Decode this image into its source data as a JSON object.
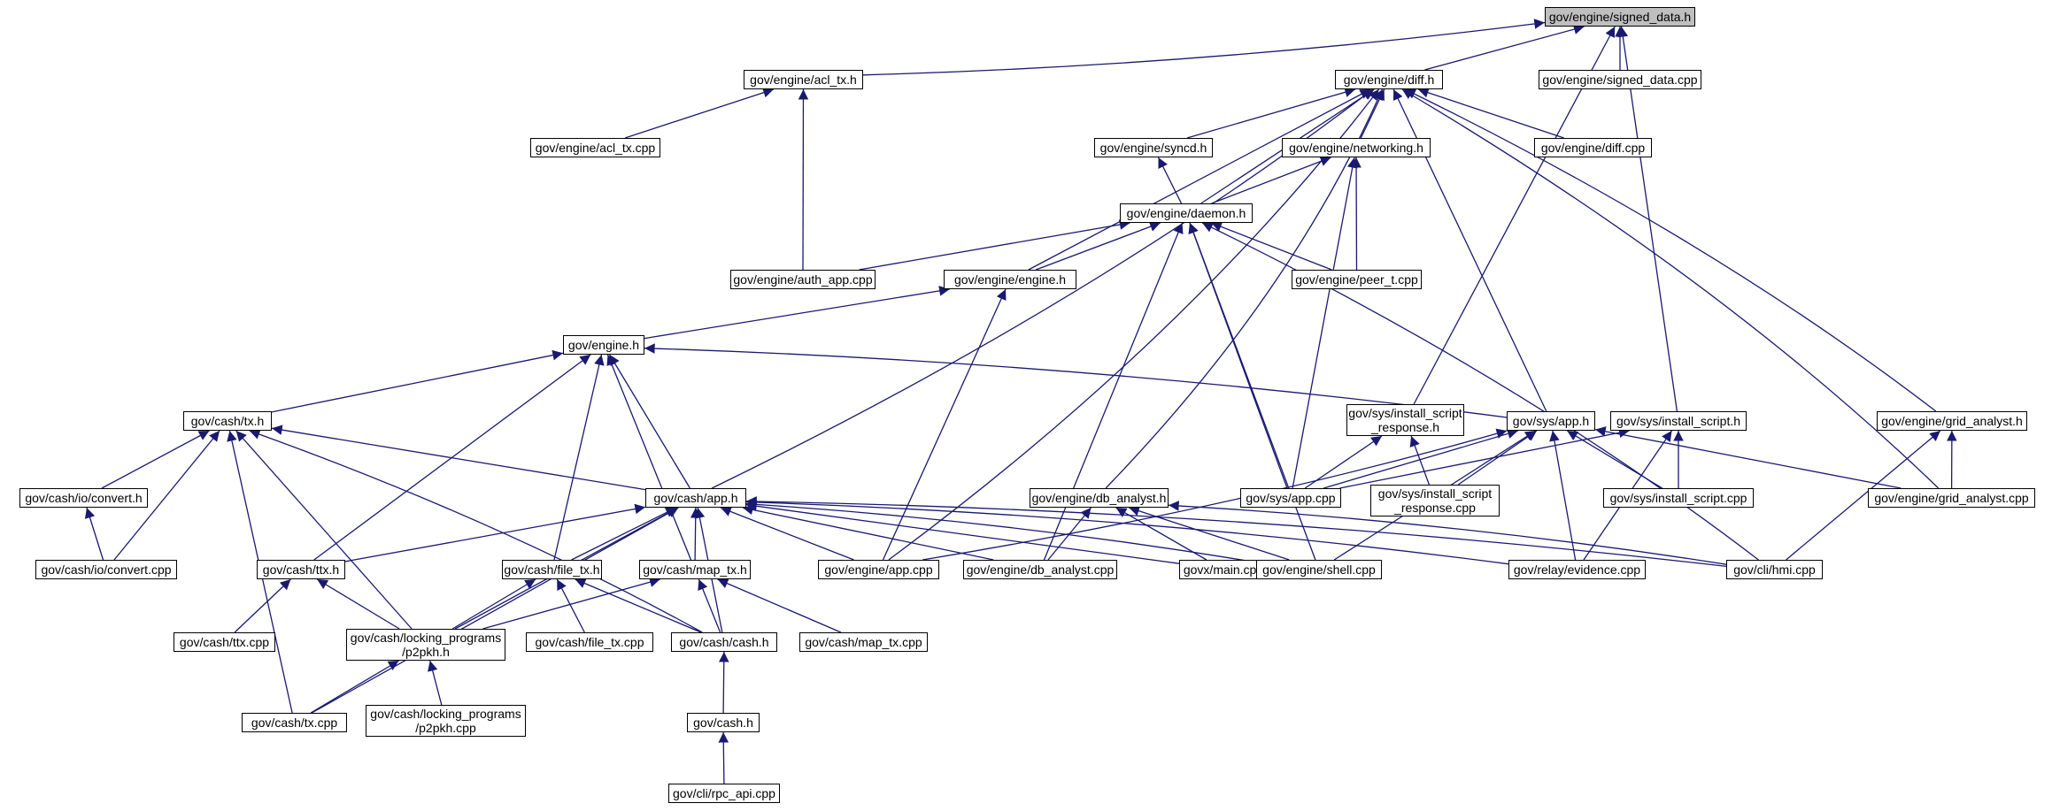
{
  "graph": {
    "root": "signed_data_h",
    "nodes": [
      {
        "id": "signed_data_h",
        "lines": [
          "gov/engine/signed_data.h"
        ]
      },
      {
        "id": "acl_tx_h",
        "lines": [
          "gov/engine/acl_tx.h"
        ]
      },
      {
        "id": "diff_h",
        "lines": [
          "gov/engine/diff.h"
        ]
      },
      {
        "id": "signed_data_cpp",
        "lines": [
          "gov/engine/signed_data.cpp"
        ]
      },
      {
        "id": "acl_tx_cpp",
        "lines": [
          "gov/engine/acl_tx.cpp"
        ]
      },
      {
        "id": "syncd_h",
        "lines": [
          "gov/engine/syncd.h"
        ]
      },
      {
        "id": "networking_h",
        "lines": [
          "gov/engine/networking.h"
        ]
      },
      {
        "id": "diff_cpp",
        "lines": [
          "gov/engine/diff.cpp"
        ]
      },
      {
        "id": "daemon_h",
        "lines": [
          "gov/engine/daemon.h"
        ]
      },
      {
        "id": "auth_app_cpp",
        "lines": [
          "gov/engine/auth_app.cpp"
        ]
      },
      {
        "id": "engine_engine_h",
        "lines": [
          "gov/engine/engine.h"
        ]
      },
      {
        "id": "peer_t_cpp",
        "lines": [
          "gov/engine/peer_t.cpp"
        ]
      },
      {
        "id": "engine_h",
        "lines": [
          "gov/engine.h"
        ]
      },
      {
        "id": "cash_tx_h",
        "lines": [
          "gov/cash/tx.h"
        ]
      },
      {
        "id": "install_script_response_h",
        "lines": [
          "gov/sys/install_script",
          "_response.h"
        ]
      },
      {
        "id": "sys_app_h",
        "lines": [
          "gov/sys/app.h"
        ]
      },
      {
        "id": "install_script_h",
        "lines": [
          "gov/sys/install_script.h"
        ]
      },
      {
        "id": "grid_analyst_h",
        "lines": [
          "gov/engine/grid_analyst.h"
        ]
      },
      {
        "id": "io_convert_h",
        "lines": [
          "gov/cash/io/convert.h"
        ]
      },
      {
        "id": "cash_app_h",
        "lines": [
          "gov/cash/app.h"
        ]
      },
      {
        "id": "db_analyst_h",
        "lines": [
          "gov/engine/db_analyst.h"
        ]
      },
      {
        "id": "sys_app_cpp",
        "lines": [
          "gov/sys/app.cpp"
        ]
      },
      {
        "id": "install_script_response_cpp",
        "lines": [
          "gov/sys/install_script",
          "_response.cpp"
        ]
      },
      {
        "id": "install_script_cpp",
        "lines": [
          "gov/sys/install_script.cpp"
        ]
      },
      {
        "id": "grid_analyst_cpp",
        "lines": [
          "gov/engine/grid_analyst.cpp"
        ]
      },
      {
        "id": "io_convert_cpp",
        "lines": [
          "gov/cash/io/convert.cpp"
        ]
      },
      {
        "id": "ttx_h",
        "lines": [
          "gov/cash/ttx.h"
        ]
      },
      {
        "id": "file_tx_h",
        "lines": [
          "gov/cash/file_tx.h"
        ]
      },
      {
        "id": "map_tx_h",
        "lines": [
          "gov/cash/map_tx.h"
        ]
      },
      {
        "id": "engine_app_cpp",
        "lines": [
          "gov/engine/app.cpp"
        ]
      },
      {
        "id": "db_analyst_cpp",
        "lines": [
          "gov/engine/db_analyst.cpp"
        ]
      },
      {
        "id": "govx_main_cpp",
        "lines": [
          "govx/main.cpp"
        ]
      },
      {
        "id": "shell_cpp",
        "lines": [
          "gov/engine/shell.cpp"
        ]
      },
      {
        "id": "evidence_cpp",
        "lines": [
          "gov/relay/evidence.cpp"
        ]
      },
      {
        "id": "hmi_cpp",
        "lines": [
          "gov/cli/hmi.cpp"
        ]
      },
      {
        "id": "ttx_cpp",
        "lines": [
          "gov/cash/ttx.cpp"
        ]
      },
      {
        "id": "p2pkh_h",
        "lines": [
          "gov/cash/locking_programs",
          "/p2pkh.h"
        ]
      },
      {
        "id": "file_tx_cpp",
        "lines": [
          "gov/cash/file_tx.cpp"
        ]
      },
      {
        "id": "cash_cash_h",
        "lines": [
          "gov/cash/cash.h"
        ]
      },
      {
        "id": "map_tx_cpp",
        "lines": [
          "gov/cash/map_tx.cpp"
        ]
      },
      {
        "id": "cash_tx_cpp",
        "lines": [
          "gov/cash/tx.cpp"
        ]
      },
      {
        "id": "p2pkh_cpp",
        "lines": [
          "gov/cash/locking_programs",
          "/p2pkh.cpp"
        ]
      },
      {
        "id": "cash_h",
        "lines": [
          "gov/cash.h"
        ]
      },
      {
        "id": "rpc_api_cpp",
        "lines": [
          "gov/cli/rpc_api.cpp"
        ]
      }
    ],
    "edges": [
      [
        "acl_tx_h",
        "signed_data_h"
      ],
      [
        "diff_h",
        "signed_data_h"
      ],
      [
        "signed_data_cpp",
        "signed_data_h"
      ],
      [
        "install_script_response_h",
        "signed_data_h"
      ],
      [
        "install_script_h",
        "signed_data_h"
      ],
      [
        "acl_tx_cpp",
        "acl_tx_h"
      ],
      [
        "auth_app_cpp",
        "acl_tx_h"
      ],
      [
        "syncd_h",
        "diff_h"
      ],
      [
        "networking_h",
        "diff_h"
      ],
      [
        "diff_cpp",
        "diff_h"
      ],
      [
        "daemon_h",
        "diff_h"
      ],
      [
        "engine_engine_h",
        "diff_h"
      ],
      [
        "cash_app_h",
        "diff_h"
      ],
      [
        "sys_app_h",
        "diff_h"
      ],
      [
        "db_analyst_h",
        "diff_h"
      ],
      [
        "engine_app_cpp",
        "diff_h"
      ],
      [
        "grid_analyst_h",
        "diff_h"
      ],
      [
        "grid_analyst_cpp",
        "diff_h"
      ],
      [
        "daemon_h",
        "syncd_h"
      ],
      [
        "daemon_h",
        "networking_h"
      ],
      [
        "peer_t_cpp",
        "networking_h"
      ],
      [
        "sys_app_cpp",
        "networking_h"
      ],
      [
        "auth_app_cpp",
        "daemon_h"
      ],
      [
        "engine_engine_h",
        "daemon_h"
      ],
      [
        "peer_t_cpp",
        "daemon_h"
      ],
      [
        "db_analyst_cpp",
        "daemon_h"
      ],
      [
        "shell_cpp",
        "daemon_h"
      ],
      [
        "sys_app_cpp",
        "daemon_h"
      ],
      [
        "hmi_cpp",
        "daemon_h"
      ],
      [
        "engine_h",
        "engine_engine_h"
      ],
      [
        "engine_app_cpp",
        "engine_engine_h"
      ],
      [
        "cash_tx_h",
        "engine_h"
      ],
      [
        "cash_app_h",
        "engine_h"
      ],
      [
        "sys_app_h",
        "engine_h"
      ],
      [
        "ttx_h",
        "engine_h"
      ],
      [
        "file_tx_h",
        "engine_h"
      ],
      [
        "map_tx_h",
        "engine_h"
      ],
      [
        "io_convert_h",
        "cash_tx_h"
      ],
      [
        "io_convert_cpp",
        "cash_tx_h"
      ],
      [
        "cash_app_h",
        "cash_tx_h"
      ],
      [
        "p2pkh_h",
        "cash_tx_h"
      ],
      [
        "cash_cash_h",
        "cash_tx_h"
      ],
      [
        "cash_tx_cpp",
        "cash_tx_h"
      ],
      [
        "io_convert_cpp",
        "io_convert_h"
      ],
      [
        "sys_app_cpp",
        "install_script_response_h"
      ],
      [
        "install_script_response_cpp",
        "install_script_response_h"
      ],
      [
        "sys_app_cpp",
        "sys_app_h"
      ],
      [
        "install_script_response_cpp",
        "sys_app_h"
      ],
      [
        "install_script_cpp",
        "sys_app_h"
      ],
      [
        "grid_analyst_cpp",
        "sys_app_h"
      ],
      [
        "engine_app_cpp",
        "sys_app_h"
      ],
      [
        "shell_cpp",
        "sys_app_h"
      ],
      [
        "evidence_cpp",
        "sys_app_h"
      ],
      [
        "install_script_cpp",
        "install_script_h"
      ],
      [
        "sys_app_cpp",
        "install_script_h"
      ],
      [
        "evidence_cpp",
        "install_script_h"
      ],
      [
        "grid_analyst_cpp",
        "grid_analyst_h"
      ],
      [
        "hmi_cpp",
        "grid_analyst_h"
      ],
      [
        "ttx_h",
        "cash_app_h"
      ],
      [
        "file_tx_h",
        "cash_app_h"
      ],
      [
        "map_tx_h",
        "cash_app_h"
      ],
      [
        "engine_app_cpp",
        "cash_app_h"
      ],
      [
        "db_analyst_cpp",
        "cash_app_h"
      ],
      [
        "govx_main_cpp",
        "cash_app_h"
      ],
      [
        "shell_cpp",
        "cash_app_h"
      ],
      [
        "evidence_cpp",
        "cash_app_h"
      ],
      [
        "hmi_cpp",
        "cash_app_h"
      ],
      [
        "cash_cash_h",
        "cash_app_h"
      ],
      [
        "p2pkh_h",
        "cash_app_h"
      ],
      [
        "cash_tx_cpp",
        "cash_app_h"
      ],
      [
        "db_analyst_cpp",
        "db_analyst_h"
      ],
      [
        "govx_main_cpp",
        "db_analyst_h"
      ],
      [
        "shell_cpp",
        "db_analyst_h"
      ],
      [
        "hmi_cpp",
        "db_analyst_h"
      ],
      [
        "ttx_cpp",
        "ttx_h"
      ],
      [
        "p2pkh_h",
        "ttx_h"
      ],
      [
        "p2pkh_h",
        "file_tx_h"
      ],
      [
        "file_tx_cpp",
        "file_tx_h"
      ],
      [
        "cash_cash_h",
        "file_tx_h"
      ],
      [
        "p2pkh_h",
        "map_tx_h"
      ],
      [
        "cash_cash_h",
        "map_tx_h"
      ],
      [
        "map_tx_cpp",
        "map_tx_h"
      ],
      [
        "cash_tx_cpp",
        "p2pkh_h"
      ],
      [
        "p2pkh_cpp",
        "p2pkh_h"
      ],
      [
        "cash_h",
        "cash_cash_h"
      ],
      [
        "rpc_api_cpp",
        "cash_h"
      ]
    ],
    "colors": {
      "edge": "#191970",
      "node_border": "#000000",
      "root_fill": "#bfbfbf",
      "text": "#000000"
    }
  }
}
